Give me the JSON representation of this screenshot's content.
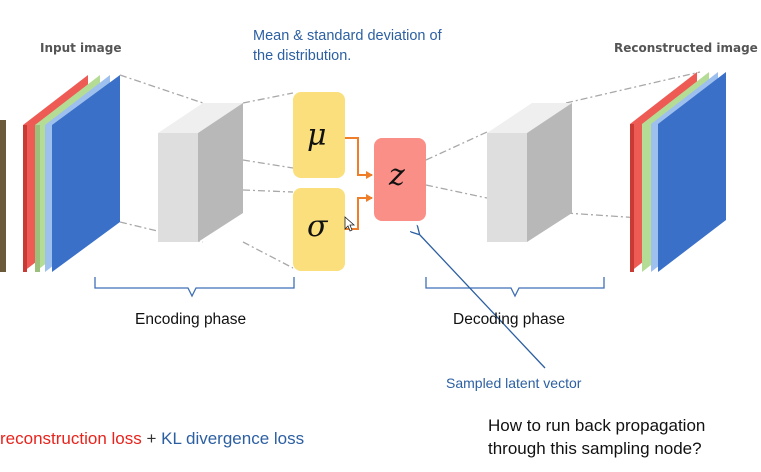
{
  "labels": {
    "input_image": "Input image",
    "reconstructed_image": "Reconstructed image",
    "distribution_line1": "Mean & standard deviation of",
    "distribution_line2": "the distribution.",
    "encoding_phase": "Encoding phase",
    "decoding_phase": "Decoding phase",
    "sampled_latent_vector": "Sampled latent vector",
    "loss_reconstruction": "reconstruction loss",
    "loss_plus": " + ",
    "loss_kl": "KL divergence loss",
    "question_line1": "How to run back propagation",
    "question_line2": "through this sampling node?"
  },
  "nodes": {
    "mu": "μ",
    "sigma": "σ",
    "z": "z"
  },
  "colors": {
    "channel_red": "#ee5b55",
    "channel_green": "#b5dc95",
    "channel_blue": "#3a70c8",
    "latent_box": "#fbdf7c",
    "sample_node": "#fa8f87",
    "arrow": "#ee7e2a",
    "cube_front": "#dcdcdc",
    "cube_side": "#bdbdbd",
    "brace": "#3f6fb6",
    "title_blue": "#2c5fa2",
    "loss_red": "#e8231c"
  }
}
